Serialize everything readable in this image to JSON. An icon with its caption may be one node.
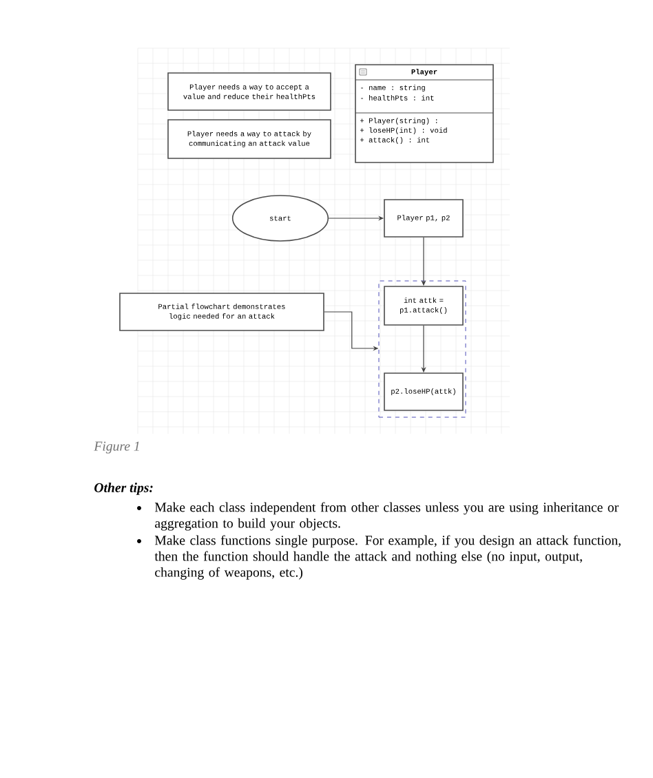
{
  "diagram": {
    "nodes": [
      {
        "text": [
          "Player needs a way to accept a value and reduce their healthPts"
        ]
      },
      {
        "text": [
          "Player needs a way to attack by communicating an attack value"
        ]
      },
      {
        "text": [
          "Player",
          "- name : string",
          "- healthPts : int",
          "+ Player(string) :",
          "+ loseHP(int) : void",
          "+ attack() : int"
        ]
      },
      {
        "text": [
          "start"
        ]
      },
      {
        "text": [
          "Player p1, p2"
        ]
      },
      {
        "text": [],
        "shape": "box"
      },
      {
        "text": [
          "int attk = p1.attack()"
        ],
        "in": 5
      },
      {
        "text": [
          "p2.loseHP(attk)"
        ],
        "in": 5
      },
      {
        "text": [
          "Partial flowchart demonstrates logic needed for an attack"
        ]
      }
    ],
    "edges": [
      {
        "from": 3,
        "to": 4,
        "arrow": "to"
      },
      {
        "from": 4,
        "to": 6,
        "arrow": "to"
      },
      {
        "from": 6,
        "to": 7,
        "arrow": "to"
      },
      {
        "from": 8,
        "to": 5,
        "arrow": "to"
      }
    ],
    "labels": [
      "Figure 1",
      "Other tips:",
      "Make each class independent from other classes unless you are using inheritance or aggregation to build your objects.",
      "Make class functions single purpose. For example, if you design an attack function, then the function should handle the attack and nothing else (no input, output, changing of weapons, etc.)"
    ]
  }
}
